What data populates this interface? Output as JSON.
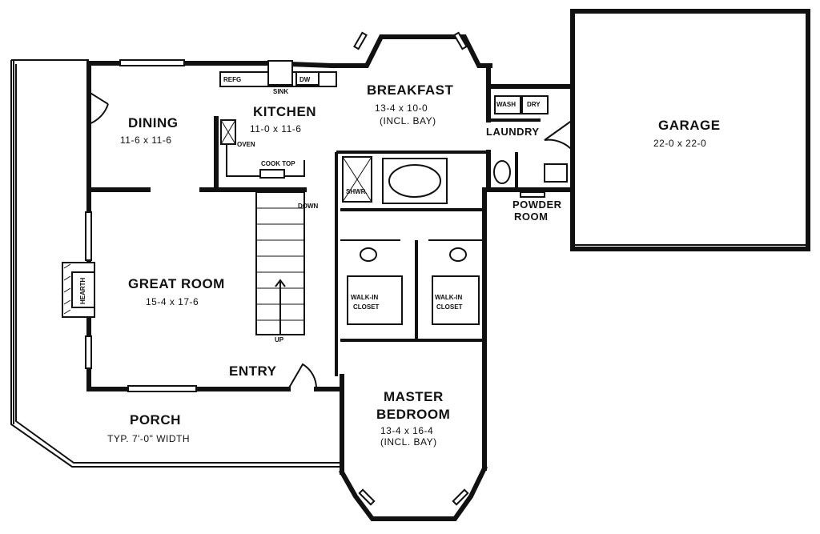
{
  "rooms": {
    "breakfast": {
      "name": "BREAKFAST",
      "dims": "13-4 x 10-0",
      "note": "(INCL. BAY)"
    },
    "garage": {
      "name": "GARAGE",
      "dims": "22-0 x 22-0"
    },
    "dining": {
      "name": "DINING",
      "dims": "11-6 x 11-6"
    },
    "kitchen": {
      "name": "KITCHEN",
      "dims": "11-0 x 11-6"
    },
    "great_room": {
      "name": "GREAT ROOM",
      "dims": "15-4 x 17-6"
    },
    "master_bedroom": {
      "name_line1": "MASTER",
      "name_line2": "BEDROOM",
      "dims": "13-4 x 16-4",
      "note": "(INCL. BAY)"
    },
    "porch": {
      "name": "PORCH",
      "dims": "TYP. 7'-0\" WIDTH"
    },
    "entry": {
      "name": "ENTRY"
    },
    "laundry": {
      "name": "LAUNDRY"
    },
    "powder_room": {
      "name_line1": "POWDER",
      "name_line2": "ROOM"
    }
  },
  "fixtures": {
    "refg": "REFG",
    "sink": "SINK",
    "dw": "DW",
    "oven": "OVEN",
    "cook_top": "COOK TOP",
    "wash": "WASH",
    "dry": "DRY",
    "shwr": "SHWR.",
    "walk_in_closet_left": [
      "WALK-IN",
      "CLOSET"
    ],
    "walk_in_closet_right": [
      "WALK-IN",
      "CLOSET"
    ],
    "hearth": "HEARTH",
    "stair_down": "DOWN",
    "stair_up": "UP"
  }
}
